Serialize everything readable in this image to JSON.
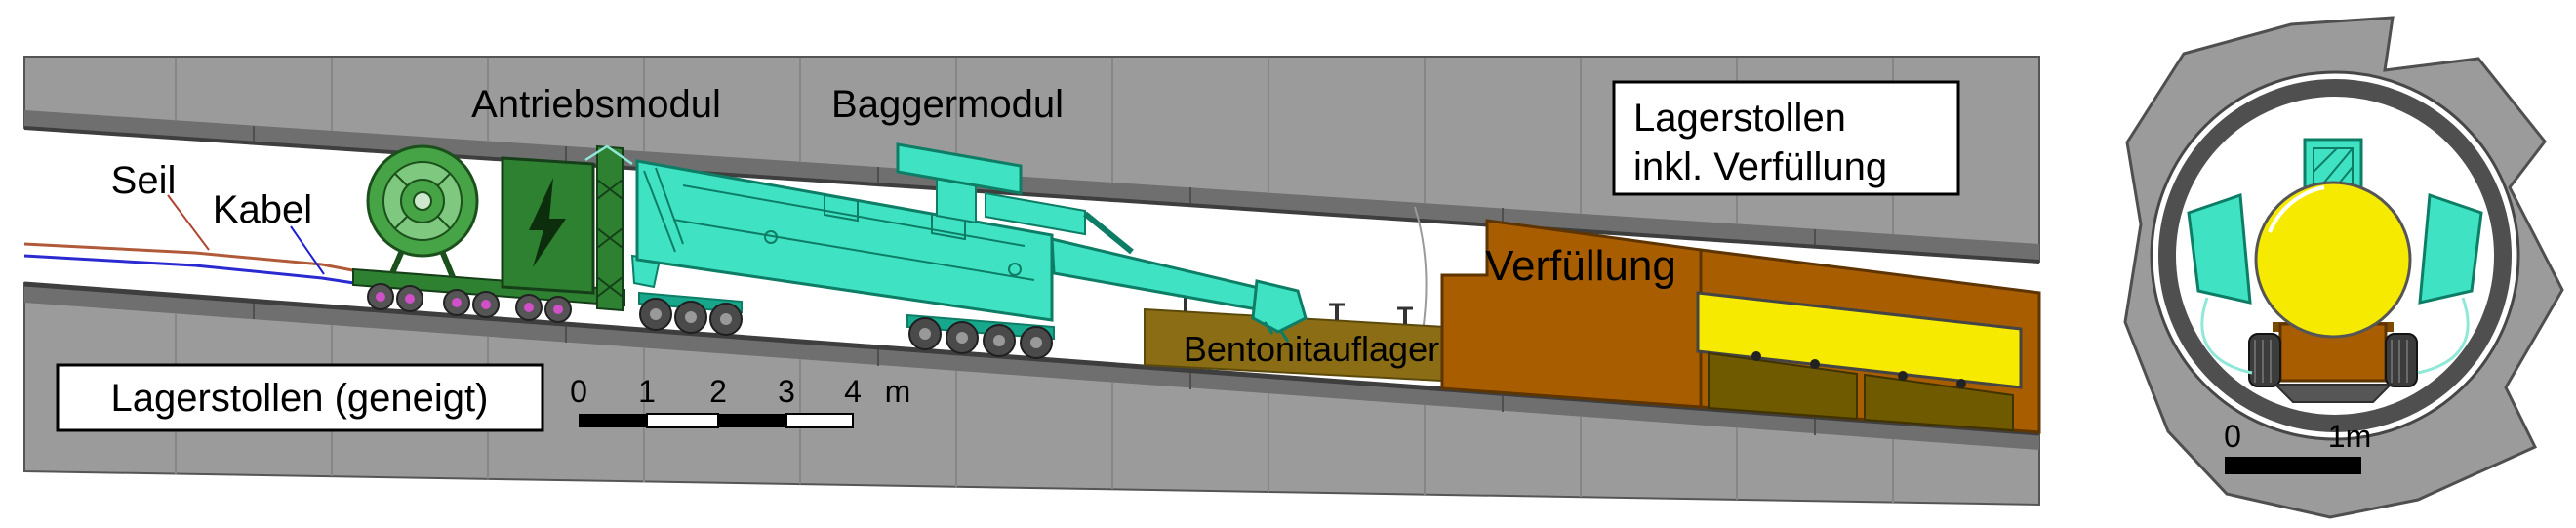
{
  "section_view": {
    "labels": {
      "antriebsmodul": "Antriebsmodul",
      "baggermodul": "Baggermodul",
      "seil": "Seil",
      "kabel": "Kabel",
      "verfuellung": "Verfüllung",
      "bentonitauflager": "Bentonitauflager",
      "lagerstollen_geneigt": "Lagerstollen (geneigt)",
      "lagerstollen_box_line1": "Lagerstollen",
      "lagerstollen_box_line2": "inkl. Verfüllung"
    },
    "scale_bar": {
      "ticks": [
        "0",
        "1",
        "2",
        "3",
        "4"
      ],
      "unit": "m"
    }
  },
  "cross_section_view": {
    "scale_bar": {
      "start": "0",
      "end": "1m"
    }
  },
  "colors": {
    "rock_gray": "#9b9b9b",
    "lining_gray": "#6f6f6f",
    "machine_teal": "#3fe3c3",
    "module_green": "#2f8132",
    "backfill_brown": "#a85e00",
    "bentonite_brown": "#8a6d15",
    "canister_yellow": "#f6ea00",
    "seil_label_red": "#b04433",
    "kabel_label_blue": "#2020d0"
  }
}
